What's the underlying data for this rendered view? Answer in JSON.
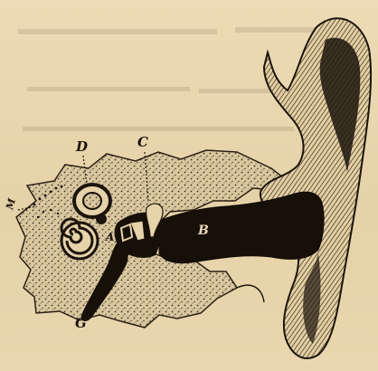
{
  "figure": {
    "background_color": "#e9d7b0",
    "ink_color": "#1c140c",
    "labels": {
      "d": "D",
      "c": "C",
      "b": "B",
      "a": "A",
      "g": "G",
      "m": "M"
    }
  }
}
